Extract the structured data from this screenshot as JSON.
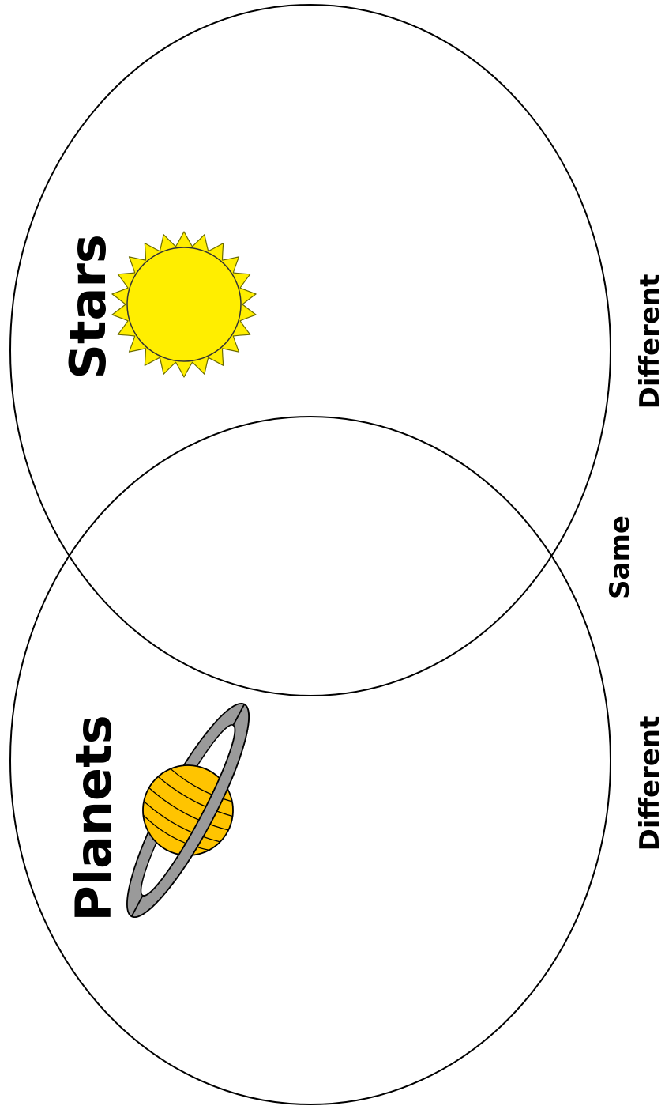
{
  "diagram": {
    "type": "venn",
    "sets": [
      {
        "label": "Stars",
        "icon": "sun-icon"
      },
      {
        "label": "Planets",
        "icon": "ringed-planet-icon"
      }
    ],
    "region_labels": {
      "stars_only": "Different",
      "overlap": "Same",
      "planets_only": "Different"
    }
  },
  "colors": {
    "outline": "#000000",
    "sun": "#ffee00",
    "planet": "#ffc400",
    "ring": "#9a9a9a"
  }
}
